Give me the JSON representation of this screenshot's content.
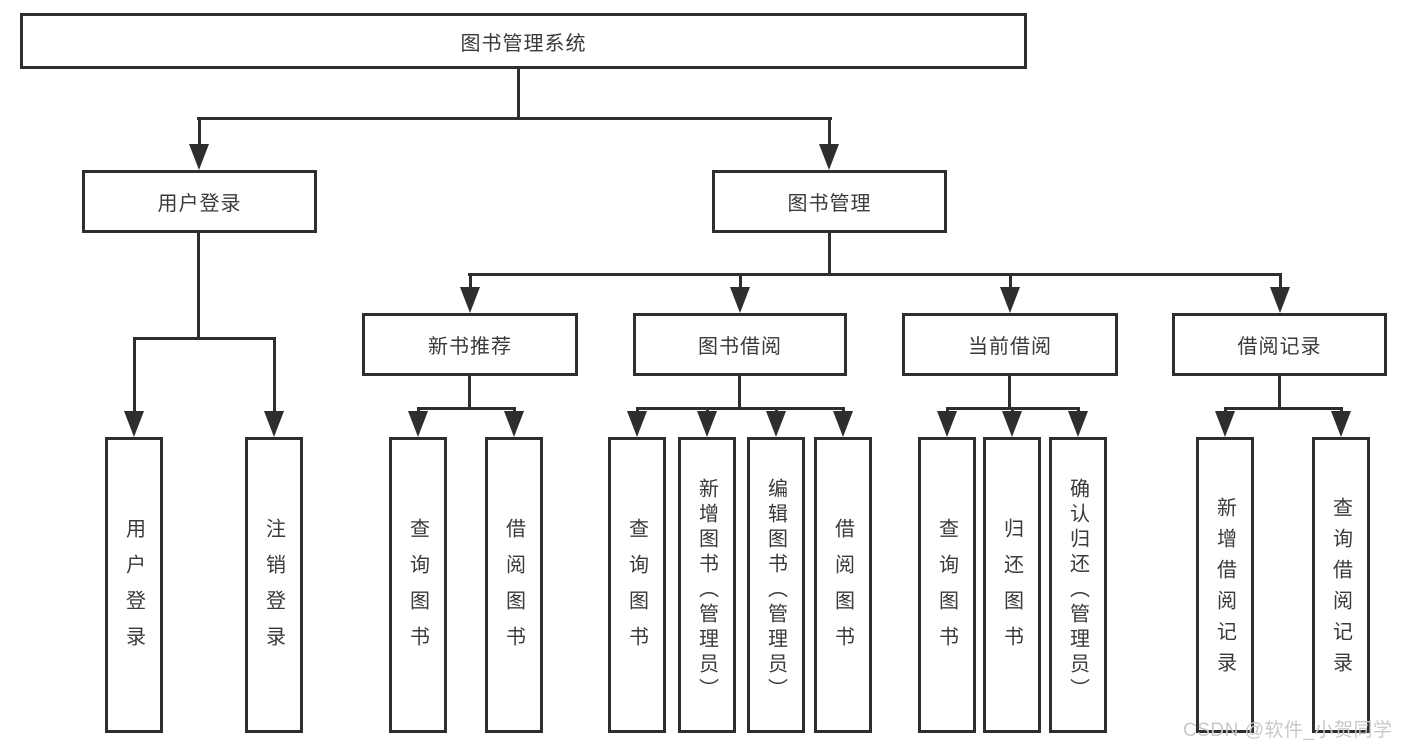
{
  "diagram": {
    "root": {
      "label": "图书管理系统"
    },
    "branches": [
      {
        "label": "用户登录",
        "children": [
          {
            "label": "用户登录"
          },
          {
            "label": "注销登录"
          }
        ]
      },
      {
        "label": "图书管理",
        "children": [
          {
            "label": "新书推荐",
            "children": [
              {
                "label": "查询图书"
              },
              {
                "label": "借阅图书"
              }
            ]
          },
          {
            "label": "图书借阅",
            "children": [
              {
                "label": "查询图书"
              },
              {
                "label": "新增图书（管理员）"
              },
              {
                "label": "编辑图书（管理员）"
              },
              {
                "label": "借阅图书"
              }
            ]
          },
          {
            "label": "当前借阅",
            "children": [
              {
                "label": "查询图书"
              },
              {
                "label": "归还图书"
              },
              {
                "label": "确认归还（管理员）"
              }
            ]
          },
          {
            "label": "借阅记录",
            "children": [
              {
                "label": "新增借阅记录"
              },
              {
                "label": "查询借阅记录"
              }
            ]
          }
        ]
      }
    ],
    "watermark": "CSDN @软件_小贺同学",
    "colors": {
      "line": "#2e2e2e",
      "box_border": "#2e2e2e",
      "text": "#3a3a3a",
      "watermark": "#c9c9c9",
      "background": "#ffffff"
    }
  }
}
